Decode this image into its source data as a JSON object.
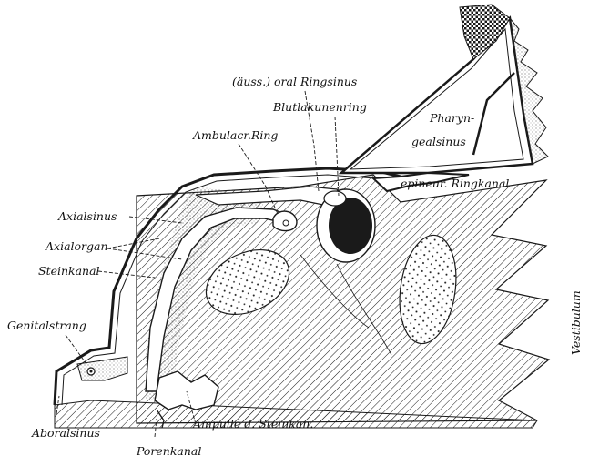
{
  "figure": {
    "ink_color": "#1a1a1a",
    "paper_color": "#ffffff",
    "shade_color": "#d8d8d8"
  },
  "labels": {
    "ringsinus": "(äuss.) oral Ringsinus",
    "blutlakunenring": "Blutlakunenring",
    "ambulacr_ring": "Ambulacr.Ring",
    "pharyngealsinus_line1": "Pharyn-",
    "pharyngealsinus_line2": "gealsinus",
    "epineur_ringkanal": "epineur. Ringkanal",
    "axialsinus": "Axialsinus",
    "axialorgan": "Axialorgan",
    "steinkanal": "Steinkanal",
    "genitalstrang": "Genitalstrang",
    "aboralsinus": "Aboralsinus",
    "ampulle": "Ampulle d. Steinkan.",
    "porenkanal": "Porenkanal",
    "vestibulum": "Vestibulum"
  }
}
